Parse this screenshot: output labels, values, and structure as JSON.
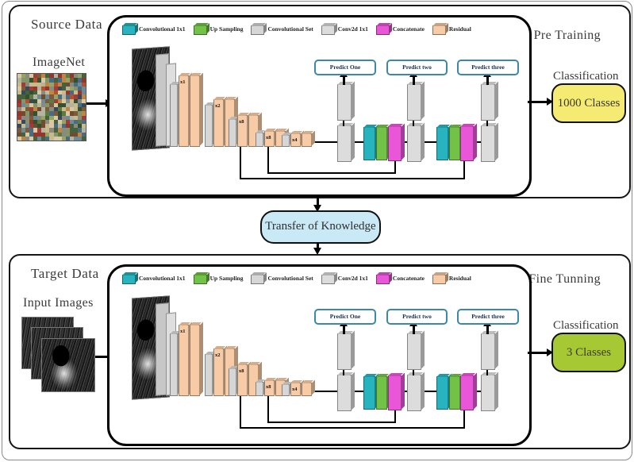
{
  "legend": [
    {
      "label": "Convolutional 1x1",
      "color": "#28b4be"
    },
    {
      "label": "Up Sampling",
      "color": "#72c247"
    },
    {
      "label": "Convolutional Set",
      "color": "#d6d6d6"
    },
    {
      "label": "Conv2d 1x1",
      "color": "#dcdcdc"
    },
    {
      "label": "Concatenate",
      "color": "#e956d8"
    },
    {
      "label": "Residual",
      "color": "#f6cba6"
    }
  ],
  "panels": [
    {
      "title": "Source Data",
      "mode": "Pre Training",
      "input_label": "ImageNet",
      "input_type": "imagenet",
      "predict_labels": [
        "Predict One",
        "Predict two",
        "Predict three"
      ],
      "backbone_labels": [
        "x1",
        "x2",
        "x8",
        "x8",
        "x4"
      ],
      "classification_label": "Classification",
      "class_box": {
        "text": "1000 Classes",
        "color": "#f5ea72"
      }
    },
    {
      "title": "Target Data",
      "mode": "Fine Tunning",
      "input_label": "Input Images",
      "input_type": "ultrasound",
      "predict_labels": [
        "Predict One",
        "Predict two",
        "Predict three"
      ],
      "backbone_labels": [
        "x1",
        "x2",
        "x8",
        "x8",
        "x4"
      ],
      "classification_label": "Classification",
      "class_box": {
        "text": "3 Classes",
        "color": "#a6c832"
      }
    }
  ],
  "transfer": {
    "label": "Transfer of Knowledge",
    "color": "#c9e9f6"
  }
}
